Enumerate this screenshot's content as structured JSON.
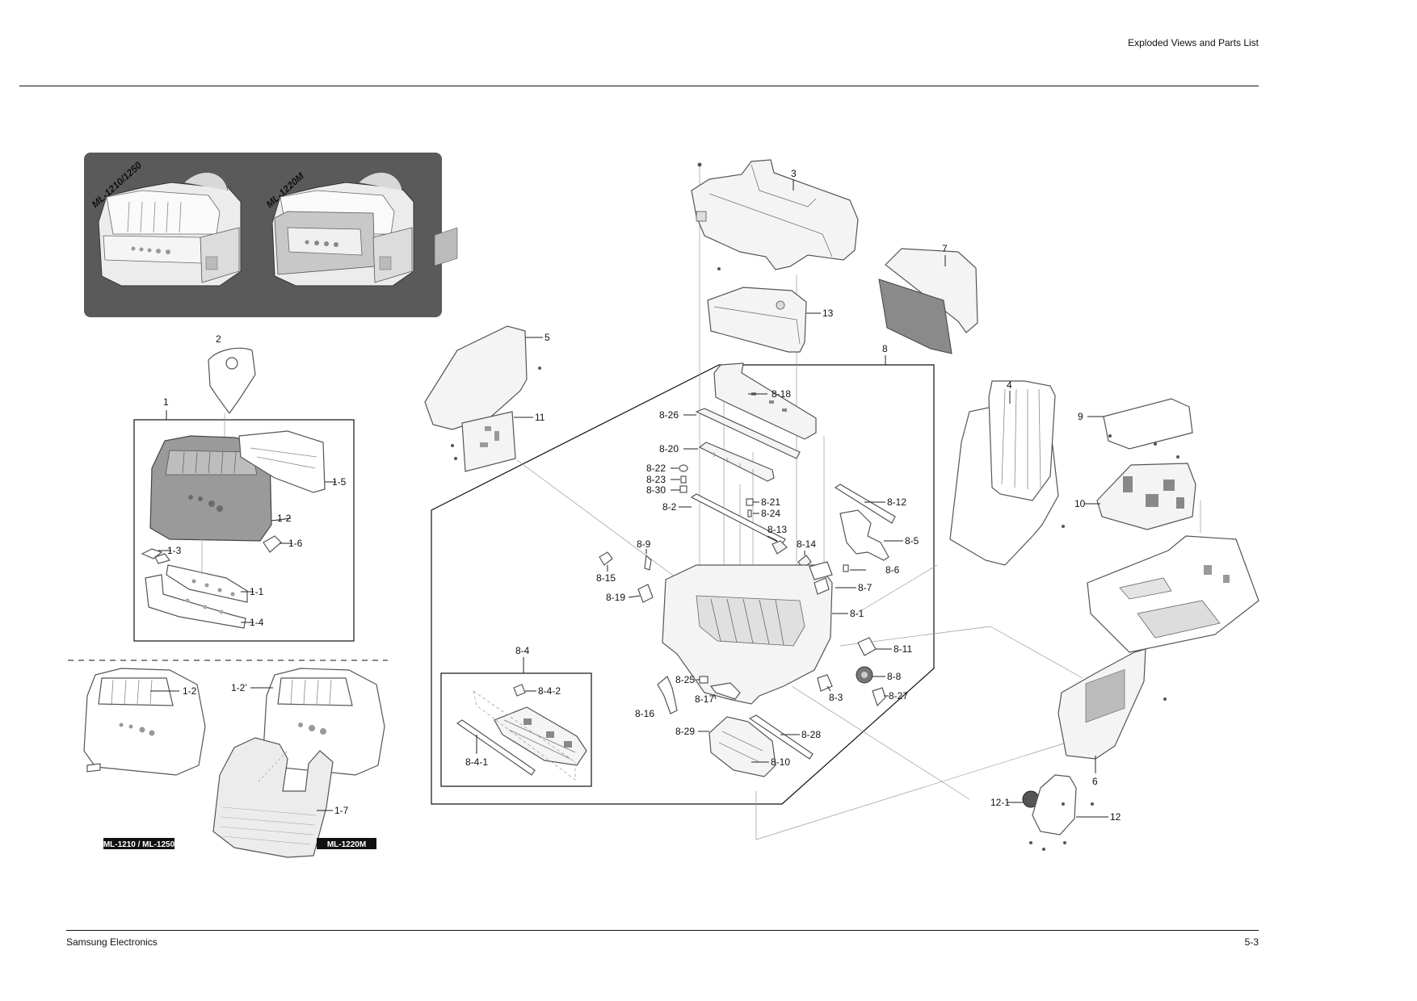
{
  "header": {
    "section_title": "Exploded Views and Parts List"
  },
  "footer": {
    "company": "Samsung Electronics",
    "page_number": "5-3"
  },
  "inset": {
    "model_left": "ML-1210/1250",
    "model_right": "ML-1220M"
  },
  "models": {
    "left_tag": "ML-1210 / ML-1250",
    "right_tag": "ML-1220M"
  },
  "callouts": {
    "c1": "1",
    "c1_1": "1-1",
    "c1_2": "1-2",
    "c1_3": "1-3",
    "c1_4": "1-4",
    "c1_5": "1-5",
    "c1_6": "1-6",
    "c1_2b": "1-2",
    "c1_2p": "1-2’",
    "c1_7": "1-7",
    "c2": "2",
    "c3": "3",
    "c4": "4",
    "c5": "5",
    "c6": "6",
    "c7": "7",
    "c8": "8",
    "c9": "9",
    "c10": "10",
    "c11": "11",
    "c12": "12",
    "c12_1": "12-1",
    "c13": "13",
    "c8_1": "8-1",
    "c8_2": "8-2",
    "c8_3": "8-3",
    "c8_4": "8-4",
    "c8_4_1": "8-4-1",
    "c8_4_2": "8-4-2",
    "c8_5": "8-5",
    "c8_6": "8-6",
    "c8_7": "8-7",
    "c8_8": "8-8",
    "c8_9": "8-9",
    "c8_10": "8-10",
    "c8_11": "8-11",
    "c8_12": "8-12",
    "c8_13": "8-13",
    "c8_14": "8-14",
    "c8_15": "8-15",
    "c8_16": "8-16",
    "c8_17": "8-17",
    "c8_18": "8-18",
    "c8_19": "8-19",
    "c8_20": "8-20",
    "c8_21": "8-21",
    "c8_22": "8-22",
    "c8_23": "8-23",
    "c8_24": "8-24",
    "c8_25": "8-25",
    "c8_26": "8-26",
    "c8_27": "8-27",
    "c8_28": "8-28",
    "c8_29": "8-29",
    "c8_30": "8-30"
  }
}
